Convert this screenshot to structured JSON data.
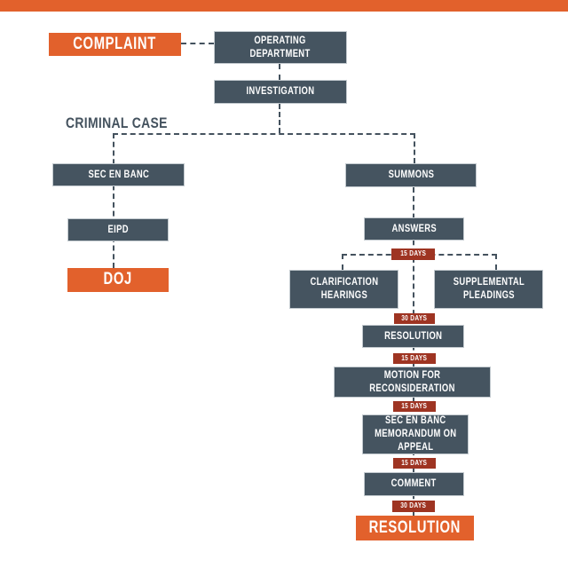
{
  "colors": {
    "accent_orange": "#E2612C",
    "box_slate": "#455460",
    "days_brick_red": "#9E3422",
    "connector_slate": "#44525E",
    "box_border_light": "#C3CACF"
  },
  "flow": {
    "complaint": "COMPLAINT",
    "operating_department": "OPERATING\nDEPARTMENT",
    "investigation": "INVESTIGATION",
    "criminal_case": "CRIMINAL CASE",
    "sec_en_banc": "SEC EN BANC",
    "eipd": "EIPD",
    "doj": "DOJ",
    "summons": "SUMMONS",
    "answers": "ANSWERS",
    "days_after_answers": "15 DAYS",
    "clarification_hearings": "CLARIFICATION\nHEARINGS",
    "supplemental_pleadings": "SUPPLEMENTAL\nPLEADINGS",
    "days_before_resolution": "30 DAYS",
    "resolution": "RESOLUTION",
    "days_before_motion": "15 DAYS",
    "motion_for_reconsideration": "MOTION FOR RECONSIDERATION",
    "days_before_memorandum": "15 DAYS",
    "sec_en_banc_memorandum_on_appeal": "SEC EN BANC\nMEMORANDUM ON\nAPPEAL",
    "days_before_comment": "15 DAYS",
    "comment": "COMMENT",
    "days_before_final_resolution": "30 DAYS",
    "final_resolution": "RESOLUTION"
  }
}
